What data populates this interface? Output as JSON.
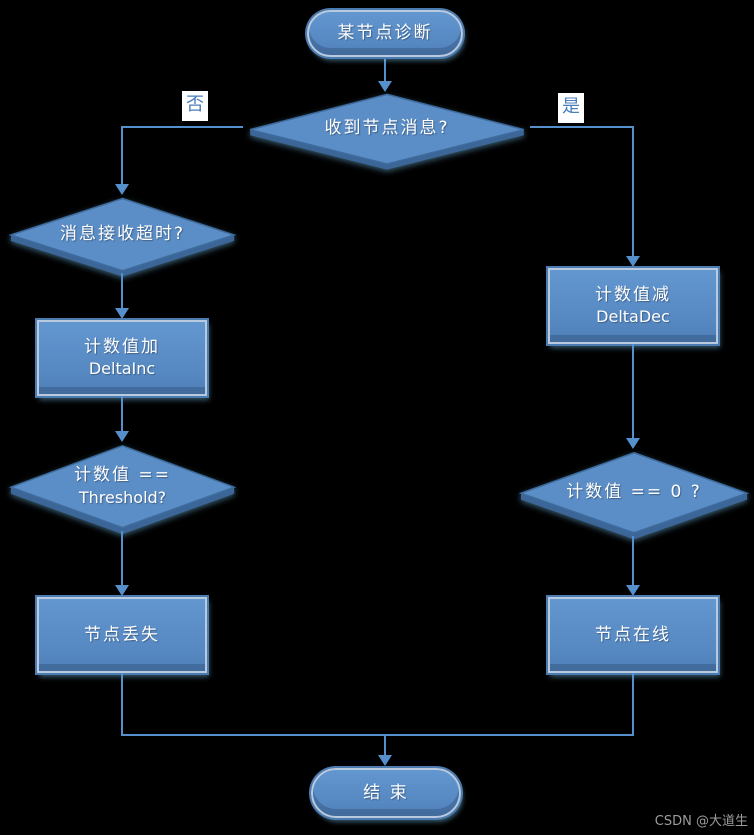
{
  "page": {
    "background_color": "#000000",
    "watermark": "CSDN @大道生"
  },
  "colors": {
    "node_fill": "#5b8dc6",
    "node_border_light": "#b9c9de",
    "node_border_dark": "#4a7cb2",
    "diamond_bevel": "#3c6697",
    "connector_line": "#5590cd",
    "branch_label_text": "#4a7ebb",
    "node_text": "#ffffff",
    "watermark_text": "#9c9c9c"
  },
  "flowchart": {
    "start": {
      "label": "某节点诊断"
    },
    "decision_receive": {
      "label": "收到节点消息?"
    },
    "branch_no": {
      "label": "否"
    },
    "branch_yes": {
      "label": "是"
    },
    "decision_timeout": {
      "label": "消息接收超时?"
    },
    "process_inc": {
      "line1": "计数值加",
      "line2": "DeltaInc"
    },
    "decision_threshold": {
      "line1": "计数值 ==",
      "line2": "Threshold?"
    },
    "process_lost": {
      "label": "节点丢失"
    },
    "process_dec": {
      "line1": "计数值减",
      "line2": "DeltaDec"
    },
    "decision_zero": {
      "label": "计数值 == 0 ?"
    },
    "process_online": {
      "label": "节点在线"
    },
    "end": {
      "label": "结 束"
    }
  }
}
